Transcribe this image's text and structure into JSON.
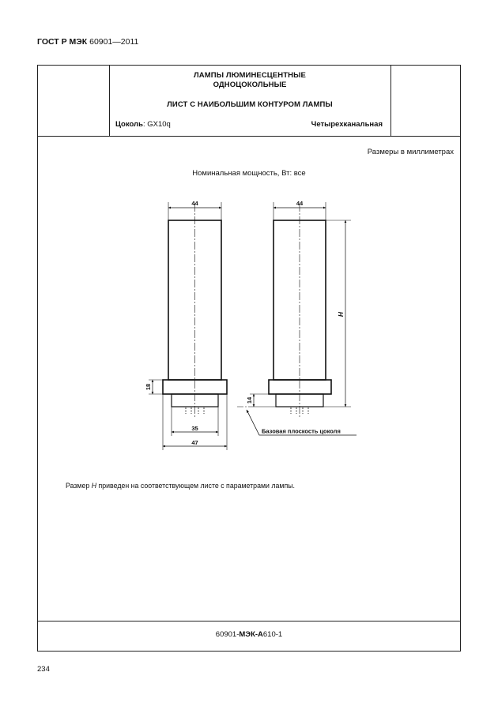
{
  "header": {
    "code_bold": "ГОСТ Р МЭК",
    "code_rest": " 60901—2011"
  },
  "sheet": {
    "title_line1": "ЛАМПЫ ЛЮМИНЕСЦЕНТНЫЕ",
    "title_line2": "ОДНОЦОКОЛЬНЫЕ",
    "subtitle": "ЛИСТ С НАИБОЛЬШИМ КОНТУРОМ ЛАМПЫ",
    "base_label": "Цоколь",
    "base_value": ": GX10q",
    "type_label": "Четырехканальная"
  },
  "body": {
    "units_note": "Размеры в миллиметрах",
    "power_note": "Номинальная мощность, Вт: все",
    "dimensions": {
      "width_top_left": "44",
      "width_top_right": "44",
      "height": "H",
      "base_height": "18",
      "pin_length": "14",
      "width_inner": "35",
      "width_outer": "47"
    },
    "reference_plane_label": "Базовая плоскость цоколя",
    "footnote_prefix": "Размер ",
    "footnote_var": "H",
    "footnote_rest": " приведен на соответствующем листе с параметрами лампы."
  },
  "footer": {
    "sheet_num_a": "60901-",
    "sheet_num_b": "МЭК-А",
    "sheet_num_c": "610-1"
  },
  "page": {
    "number": "234"
  }
}
